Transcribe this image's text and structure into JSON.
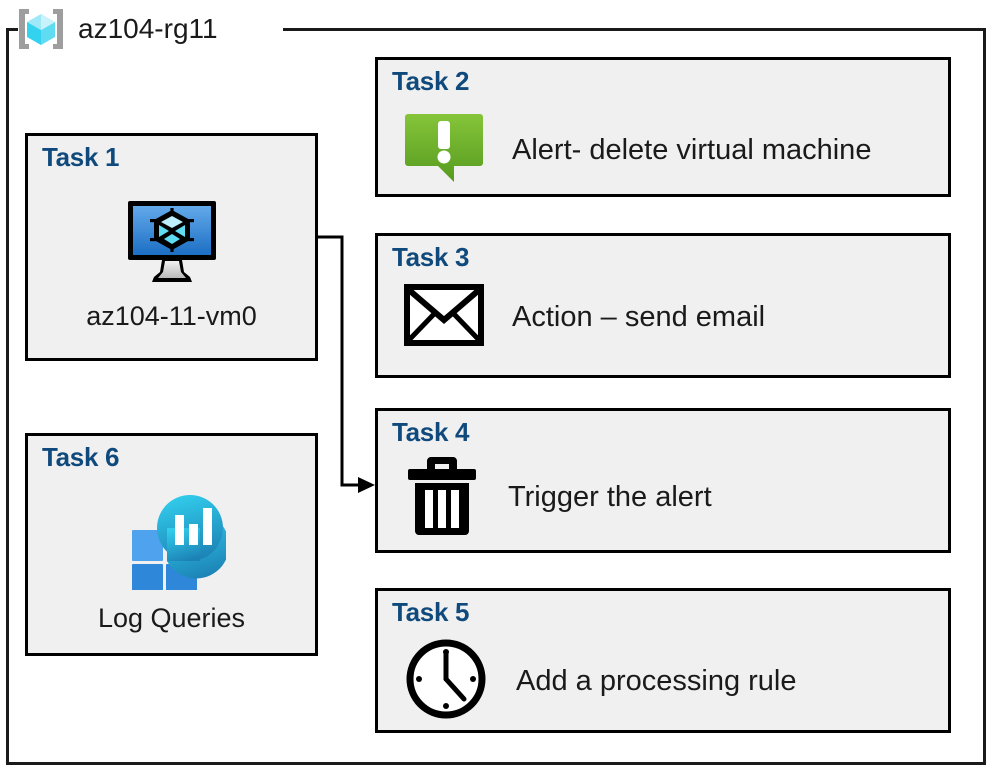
{
  "resource_group": {
    "name": "az104-rg11",
    "icon": "resource-group-cube-icon"
  },
  "colors": {
    "task_title": "#104a7d",
    "card_background": "#f0f0f0",
    "card_border": "#000000",
    "frame_border": "#1a1a1a",
    "alert_green": "#6cb22e",
    "vm_blue": "#3a8dde",
    "log_analytics_cyan": "#2fc5e8",
    "log_analytics_blue": "#2f87da"
  },
  "cards": {
    "task1": {
      "title": "Task 1",
      "caption": "az104-11-vm0",
      "icon": "virtual-machine-icon"
    },
    "task2": {
      "title": "Task 2",
      "caption": "Alert- delete virtual machine",
      "icon": "alert-exclamation-icon"
    },
    "task3": {
      "title": "Task 3",
      "caption": "Action – send email",
      "icon": "envelope-icon"
    },
    "task4": {
      "title": "Task 4",
      "caption": "Trigger the alert",
      "icon": "trash-icon"
    },
    "task5": {
      "title": "Task 5",
      "caption": "Add a processing rule",
      "icon": "clock-icon"
    },
    "task6": {
      "title": "Task 6",
      "caption": "Log Queries",
      "icon": "log-analytics-icon"
    }
  },
  "connector": {
    "from": "task1-virtual-machine-icon",
    "to": "task4-card",
    "arrow": "arrowhead-right"
  }
}
